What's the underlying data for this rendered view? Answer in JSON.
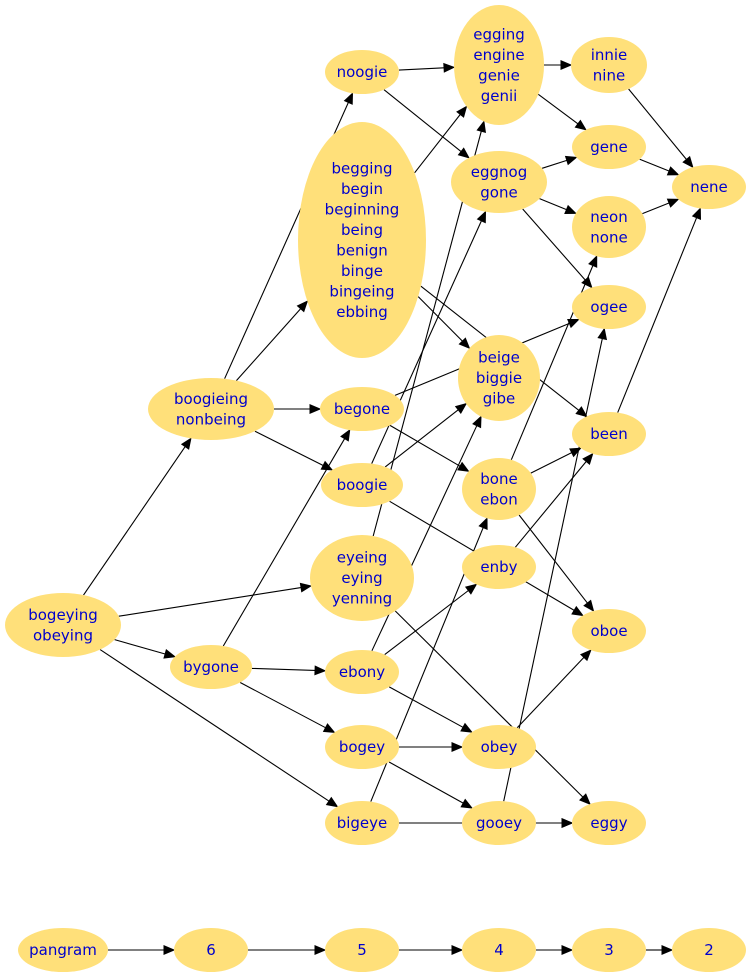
{
  "nodes": {
    "bogeying": [
      "bogeying",
      "obeying"
    ],
    "boogieing": [
      "boogieing",
      "nonbeing"
    ],
    "noogie": [
      "noogie"
    ],
    "begging": [
      "begging",
      "begin",
      "beginning",
      "being",
      "benign",
      "binge",
      "bingeing",
      "ebbing"
    ],
    "egging": [
      "egging",
      "engine",
      "genie",
      "genii"
    ],
    "innie": [
      "innie",
      "nine"
    ],
    "gene": [
      "gene"
    ],
    "nene": [
      "nene"
    ],
    "eggnog": [
      "eggnog",
      "gone"
    ],
    "neon": [
      "neon",
      "none"
    ],
    "ogee": [
      "ogee"
    ],
    "beige": [
      "beige",
      "biggie",
      "gibe"
    ],
    "begone": [
      "begone"
    ],
    "boogie": [
      "boogie"
    ],
    "been": [
      "been"
    ],
    "bone": [
      "bone",
      "ebon"
    ],
    "eyeing": [
      "eyeing",
      "eying",
      "yenning"
    ],
    "enby": [
      "enby"
    ],
    "bygone": [
      "bygone"
    ],
    "ebony": [
      "ebony"
    ],
    "oboe": [
      "oboe"
    ],
    "bogey": [
      "bogey"
    ],
    "obey": [
      "obey"
    ],
    "bigeye": [
      "bigeye"
    ],
    "gooey": [
      "gooey"
    ],
    "eggy": [
      "eggy"
    ],
    "pangram": [
      "pangram"
    ],
    "n6": [
      "6"
    ],
    "n5": [
      "5"
    ],
    "n4": [
      "4"
    ],
    "n3": [
      "3"
    ],
    "n2": [
      "2"
    ]
  },
  "edges": [
    [
      "bogeying",
      "boogieing"
    ],
    [
      "bogeying",
      "eyeing"
    ],
    [
      "bogeying",
      "bygone"
    ],
    [
      "bogeying",
      "bigeye"
    ],
    [
      "boogieing",
      "noogie"
    ],
    [
      "boogieing",
      "begging"
    ],
    [
      "boogieing",
      "begone"
    ],
    [
      "boogieing",
      "boogie"
    ],
    [
      "noogie",
      "egging"
    ],
    [
      "noogie",
      "eggnog"
    ],
    [
      "begging",
      "egging"
    ],
    [
      "begging",
      "beige"
    ],
    [
      "begging",
      "been"
    ],
    [
      "egging",
      "innie"
    ],
    [
      "egging",
      "gene"
    ],
    [
      "innie",
      "nene"
    ],
    [
      "gene",
      "nene"
    ],
    [
      "neon",
      "nene"
    ],
    [
      "been",
      "nene"
    ],
    [
      "eggnog",
      "gene"
    ],
    [
      "eggnog",
      "neon"
    ],
    [
      "eggnog",
      "ogee"
    ],
    [
      "begone",
      "ogee"
    ],
    [
      "begone",
      "bone"
    ],
    [
      "boogie",
      "eggnog"
    ],
    [
      "boogie",
      "beige"
    ],
    [
      "boogie",
      "oboe"
    ],
    [
      "bone",
      "neon"
    ],
    [
      "bone",
      "been"
    ],
    [
      "bone",
      "oboe"
    ],
    [
      "eyeing",
      "egging"
    ],
    [
      "eyeing",
      "eggy"
    ],
    [
      "enby",
      "been"
    ],
    [
      "bygone",
      "begone"
    ],
    [
      "bygone",
      "ebony"
    ],
    [
      "bygone",
      "bogey"
    ],
    [
      "ebony",
      "beige"
    ],
    [
      "ebony",
      "enby"
    ],
    [
      "ebony",
      "obey"
    ],
    [
      "bogey",
      "obey"
    ],
    [
      "bogey",
      "gooey"
    ],
    [
      "obey",
      "oboe"
    ],
    [
      "bigeye",
      "bone"
    ],
    [
      "bigeye",
      "eggy"
    ],
    [
      "gooey",
      "ogee"
    ],
    [
      "gooey",
      "eggy"
    ],
    [
      "pangram",
      "n6"
    ],
    [
      "n6",
      "n5"
    ],
    [
      "n5",
      "n4"
    ],
    [
      "n4",
      "n3"
    ],
    [
      "n3",
      "n2"
    ]
  ],
  "colors": {
    "node_fill": "#ffe07a",
    "label_text": "#0000cc",
    "edge": "#000000",
    "background": "#ffffff"
  }
}
